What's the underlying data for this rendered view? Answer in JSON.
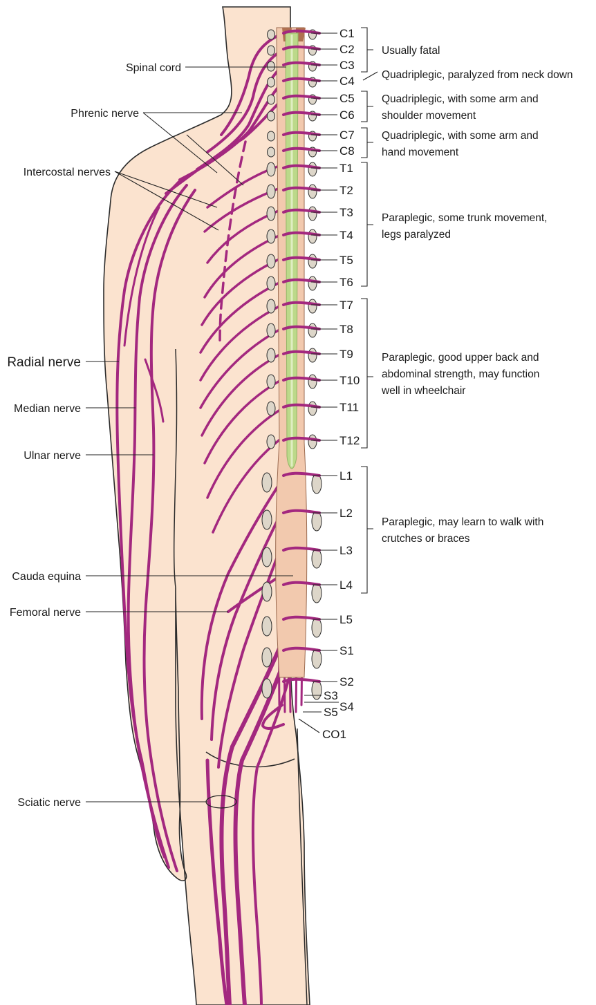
{
  "colors": {
    "skin": "#fbe3cf",
    "skin_outline": "#2b2b2b",
    "nerve": "#a3287f",
    "spinal_cord": "#bcd98a",
    "vertebra": "#ddd6c9",
    "canal": "#b07050",
    "text": "#1a1a1a"
  },
  "left_labels": [
    {
      "id": "spinal-cord",
      "text": "Spinal cord"
    },
    {
      "id": "phrenic-nerve",
      "text": "Phrenic nerve"
    },
    {
      "id": "intercostal-nerves",
      "text": "Intercostal nerves"
    },
    {
      "id": "radial-nerve",
      "text": "Radial nerve"
    },
    {
      "id": "median-nerve",
      "text": "Median nerve"
    },
    {
      "id": "ulnar-nerve",
      "text": "Ulnar nerve"
    },
    {
      "id": "cauda-equina",
      "text": "Cauda equina"
    },
    {
      "id": "femoral-nerve",
      "text": "Femoral nerve"
    },
    {
      "id": "sciatic-nerve",
      "text": "Sciatic nerve"
    }
  ],
  "segments": [
    "C1",
    "C2",
    "C3",
    "C4",
    "C5",
    "C6",
    "C7",
    "C8",
    "T1",
    "T2",
    "T3",
    "T4",
    "T5",
    "T6",
    "T7",
    "T8",
    "T9",
    "T10",
    "T11",
    "T12",
    "L1",
    "L2",
    "L3",
    "L4",
    "L5",
    "S1",
    "S2",
    "S3",
    "S4",
    "S5",
    "CO1"
  ],
  "injury_levels": [
    {
      "range": "C1–C3",
      "lines": [
        "Usually fatal"
      ]
    },
    {
      "range": "C4",
      "lines": [
        "Quadriplegic, paralyzed from neck down"
      ]
    },
    {
      "range": "C5–C6",
      "lines": [
        "Quadriplegic, with some arm and",
        "shoulder movement"
      ]
    },
    {
      "range": "C7–C8",
      "lines": [
        "Quadriplegic, with some arm and",
        "hand movement"
      ]
    },
    {
      "range": "T1–T6",
      "lines": [
        "Paraplegic, some trunk movement,",
        "legs paralyzed"
      ]
    },
    {
      "range": "T7–T12",
      "lines": [
        "Paraplegic, good upper back and",
        "abdominal strength, may function",
        "well in wheelchair"
      ]
    },
    {
      "range": "L1–L4",
      "lines": [
        "Paraplegic, may learn to walk with",
        "crutches or braces"
      ]
    }
  ]
}
